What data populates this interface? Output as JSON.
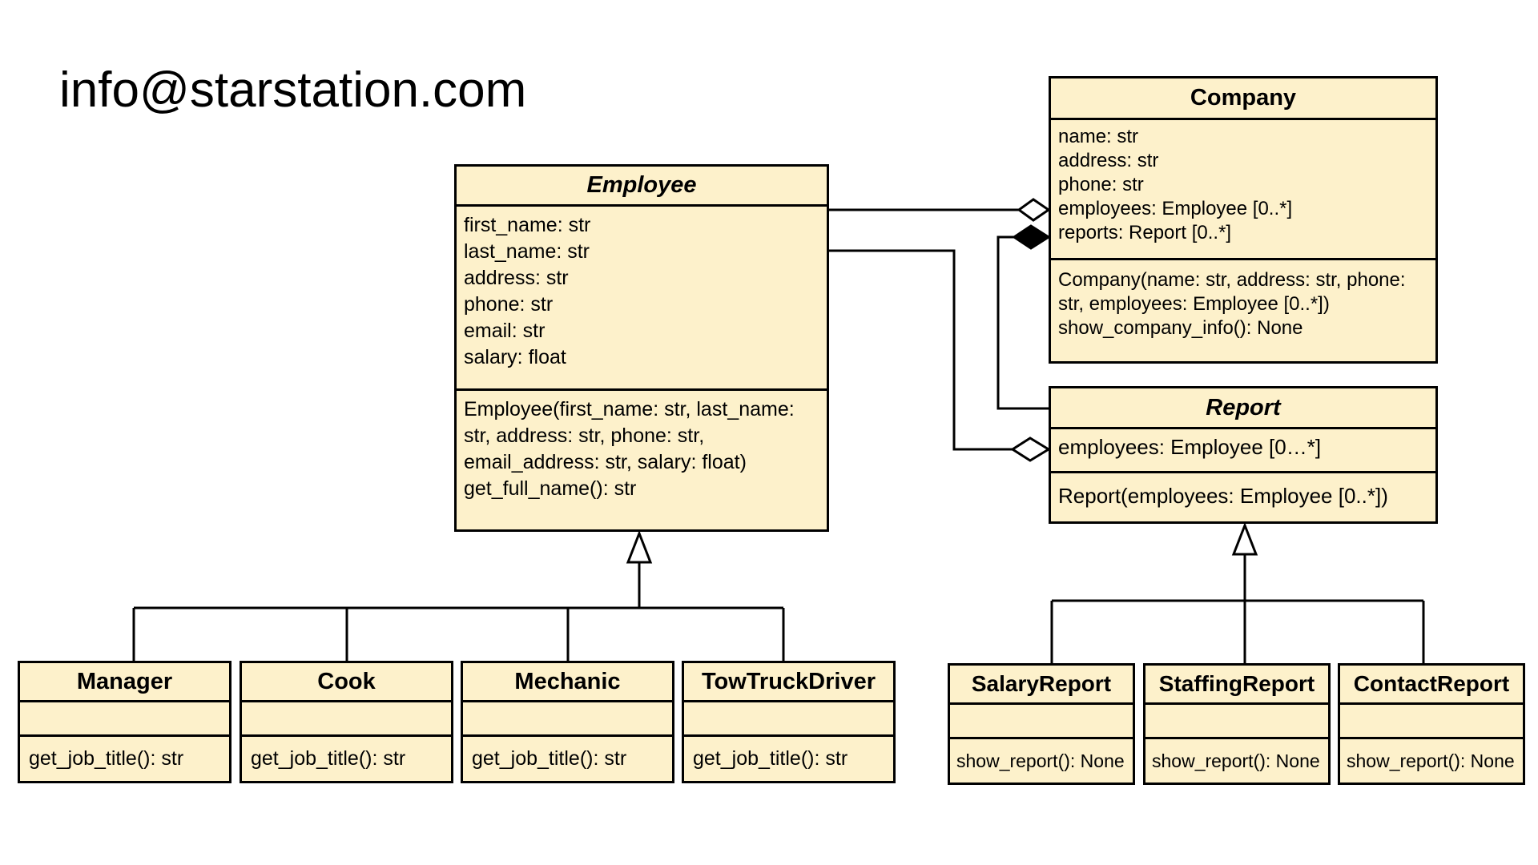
{
  "email": "info@starstation.com",
  "employee": {
    "name": "Employee",
    "attributes": [
      "first_name: str",
      "last_name: str",
      "address: str",
      "phone: str",
      "email: str",
      "salary: float"
    ],
    "methods": [
      "Employee(first_name: str, last_name: str, address: str, phone: str, email_address: str, salary: float)",
      "get_full_name(): str"
    ]
  },
  "company": {
    "name": "Company",
    "attributes": [
      "name: str",
      "address: str",
      "phone: str",
      "employees: Employee [0..*]",
      "reports: Report [0..*]"
    ],
    "methods": [
      "Company(name: str, address: str, phone: str, employees: Employee [0..*])",
      "show_company_info(): None"
    ]
  },
  "report": {
    "name": "Report",
    "attributes": [
      "employees: Employee [0…*]"
    ],
    "methods": [
      "Report(employees: Employee [0..*])"
    ]
  },
  "employee_subclasses": [
    {
      "name": "Manager",
      "method": "get_job_title(): str"
    },
    {
      "name": "Cook",
      "method": "get_job_title(): str"
    },
    {
      "name": "Mechanic",
      "method": "get_job_title(): str"
    },
    {
      "name": "TowTruckDriver",
      "method": "get_job_title(): str"
    }
  ],
  "report_subclasses": [
    {
      "name": "SalaryReport",
      "method": "show_report(): None"
    },
    {
      "name": "StaffingReport",
      "method": "show_report(): None"
    },
    {
      "name": "ContactReport",
      "method": "show_report(): None"
    }
  ],
  "colors": {
    "class_fill": "#fdf1cb",
    "stroke": "#000000",
    "background": "#ffffff"
  }
}
